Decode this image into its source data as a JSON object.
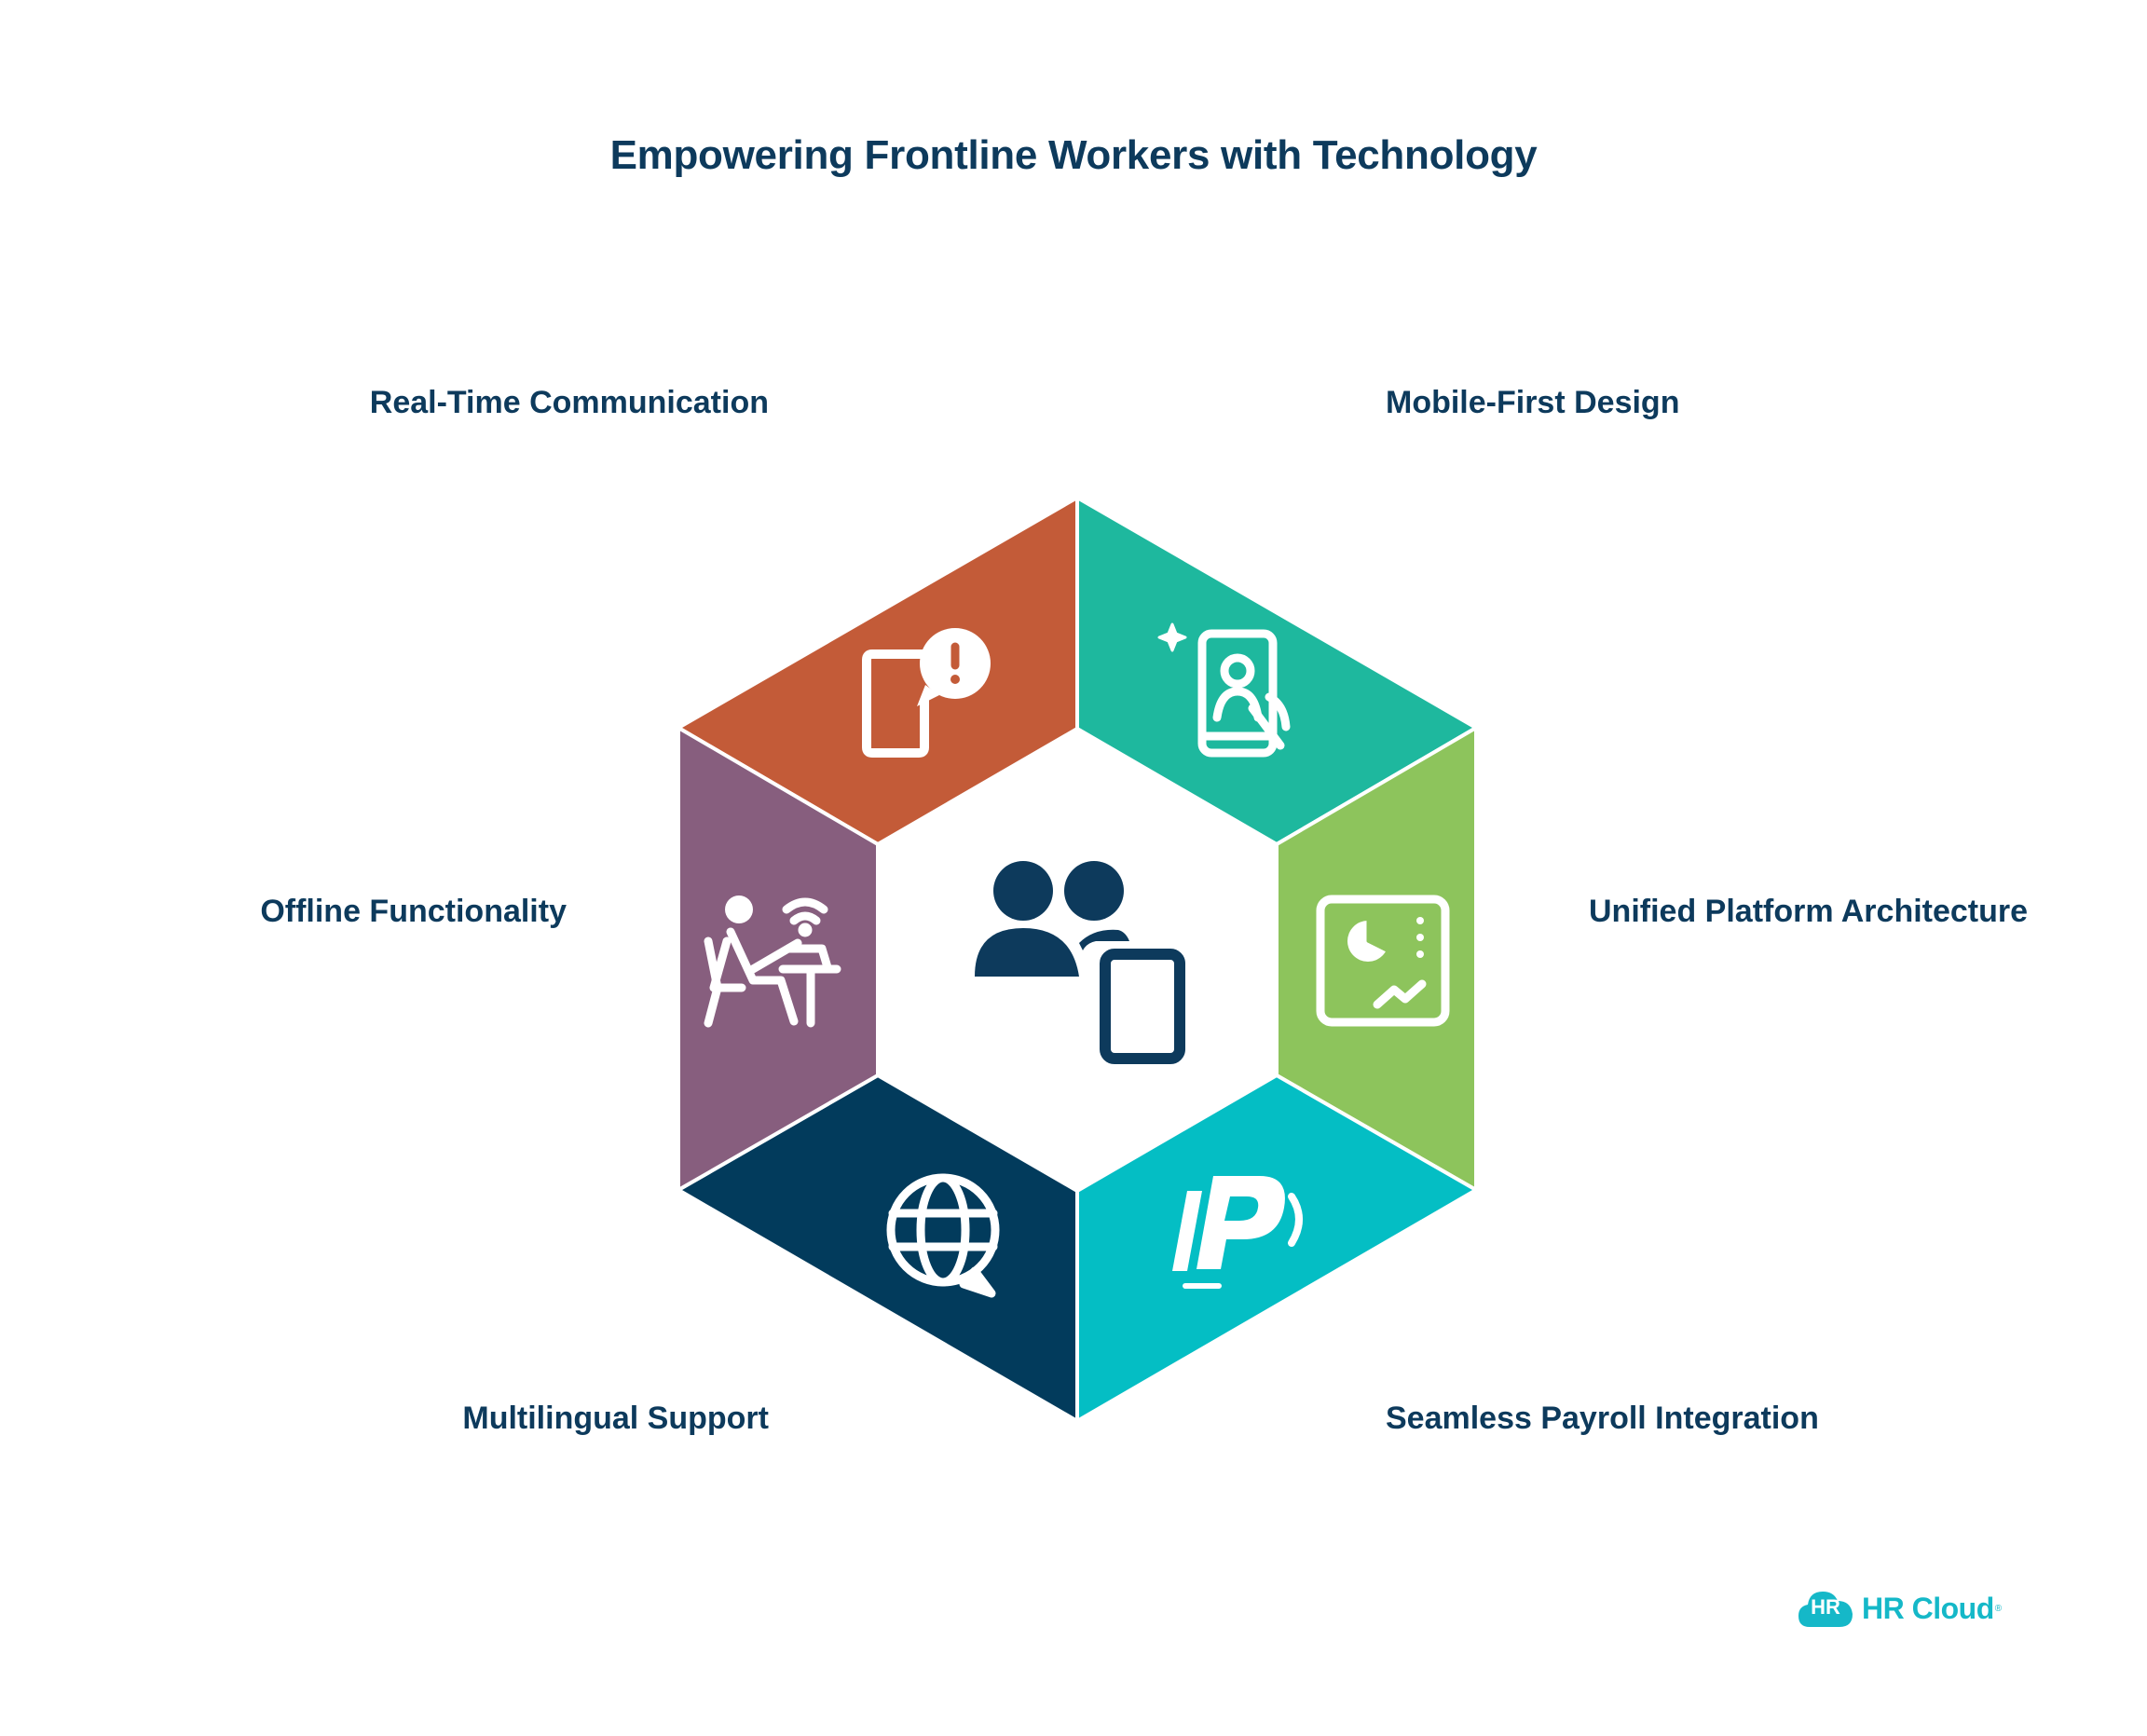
{
  "title": "Empowering Frontline Workers with Technology",
  "segments": [
    {
      "label": "Real-Time Communication",
      "color": "#c35b38",
      "icon": "tablet-alert-icon"
    },
    {
      "label": "Mobile-First Design",
      "color": "#1eb89e",
      "icon": "mobile-profile-icon"
    },
    {
      "label": "Unified Platform Architecture",
      "color": "#8dc45c",
      "icon": "dashboard-chart-icon"
    },
    {
      "label": "Seamless Payroll Integration",
      "color": "#04bec4",
      "icon": "paypal-icon"
    },
    {
      "label": "Multilingual Support",
      "color": "#023b5c",
      "icon": "globe-chat-icon"
    },
    {
      "label": "Offline Functionality",
      "color": "#875e7e",
      "icon": "remote-worker-icon"
    }
  ],
  "center_icon": "users-mobile-icon",
  "logo": {
    "badge": "HR",
    "text": "HR Cloud",
    "reg": "®"
  }
}
